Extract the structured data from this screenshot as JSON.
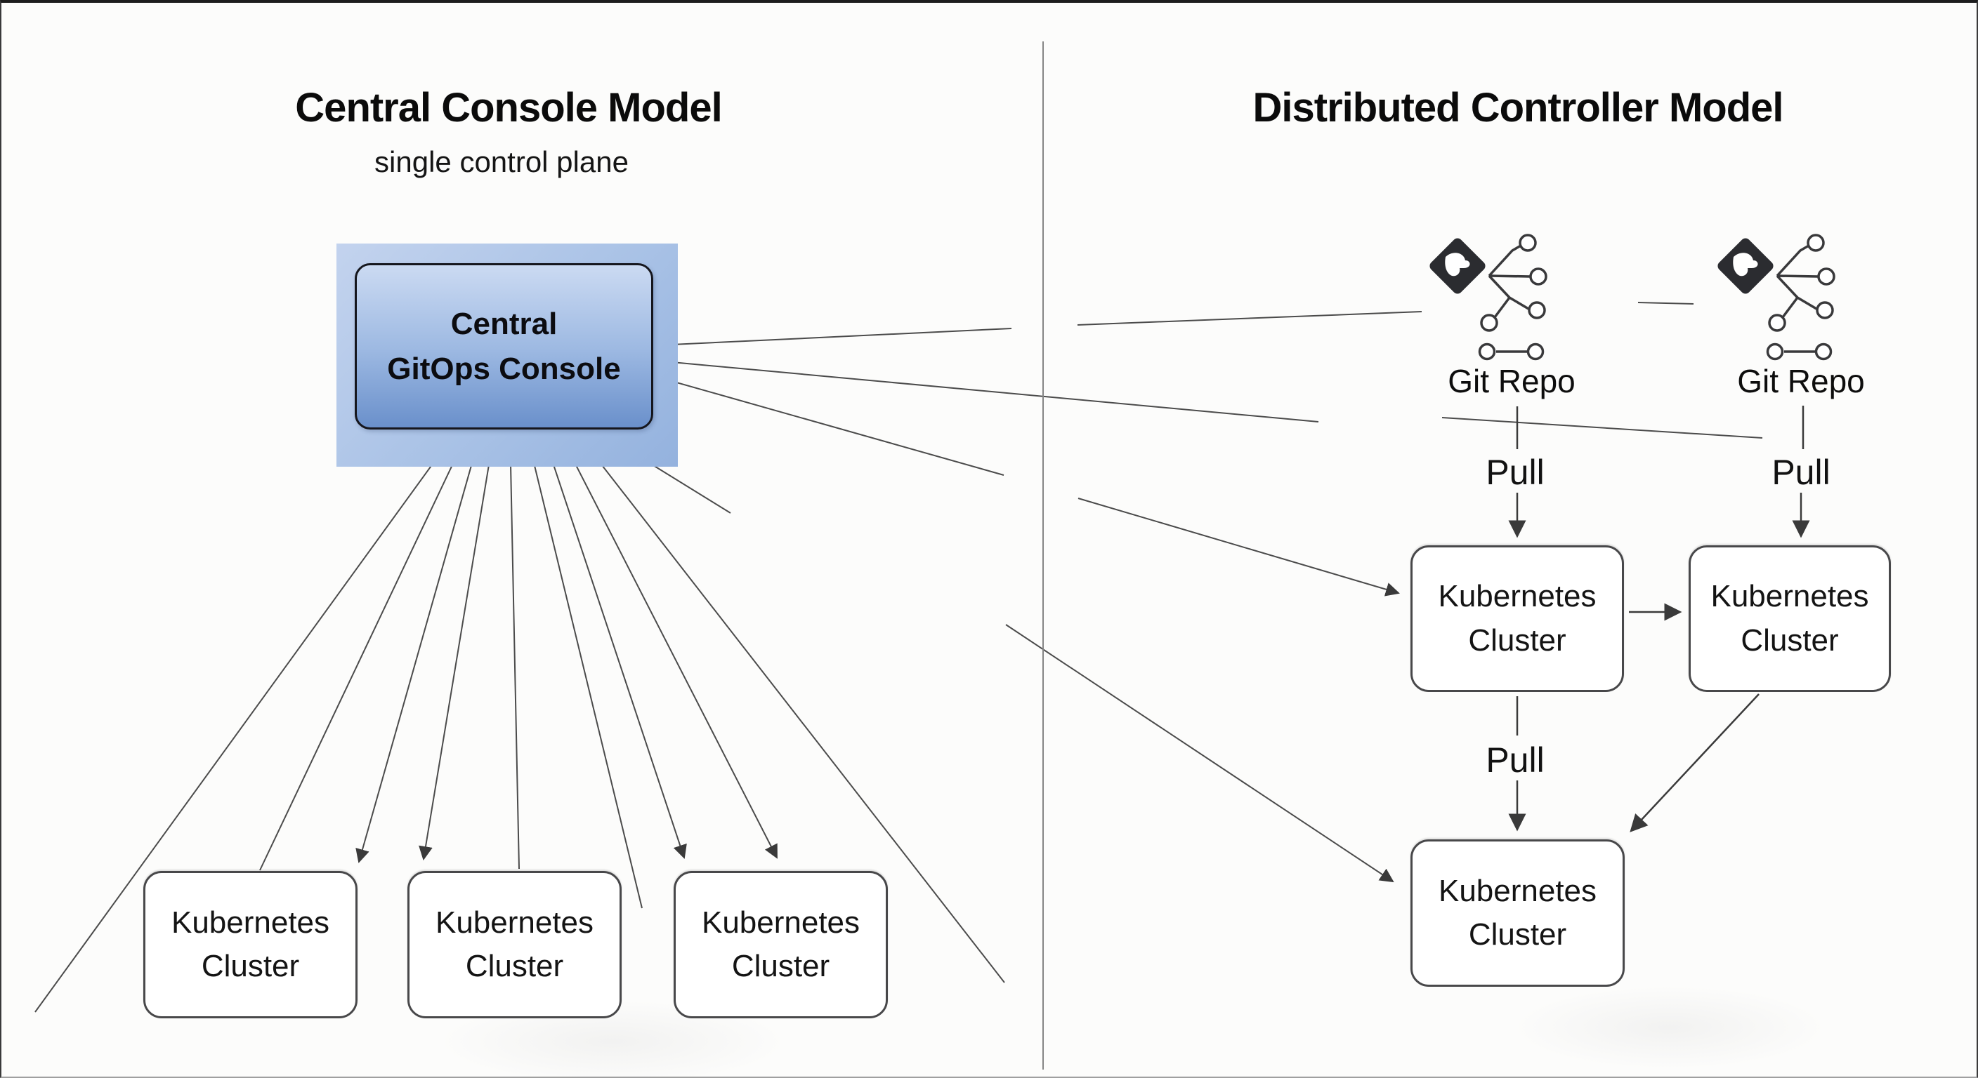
{
  "left_panel": {
    "title": "Central Console Model",
    "subtitle": "single control plane",
    "console": {
      "line1": "Central",
      "line2": "GitOps Console"
    },
    "clusters": [
      {
        "line1": "Kubernetes",
        "line2": "Cluster"
      },
      {
        "line1": "Kubernetes",
        "line2": "Cluster"
      },
      {
        "line1": "Kubernetes",
        "line2": "Cluster"
      }
    ]
  },
  "right_panel": {
    "title": "Distributed Controller Model",
    "repos": [
      {
        "label": "Git Repo"
      },
      {
        "label": "Git Repo"
      }
    ],
    "pulls": [
      {
        "label": "Pull"
      },
      {
        "label": "Pull"
      },
      {
        "label": "Pull"
      }
    ],
    "clusters": [
      {
        "line1": "Kubernetes",
        "line2": "Cluster"
      },
      {
        "line1": "Kubernetes",
        "line2": "Cluster"
      },
      {
        "line1": "Kubernetes",
        "line2": "Cluster"
      }
    ]
  },
  "colors": {
    "console_backdrop": "#a9c2e6",
    "console_fill_top": "#cbdaf2",
    "console_fill_bottom": "#6a90cb",
    "console_border": "#15161d",
    "cluster_border": "#48484a",
    "line": "#4b4b4b",
    "arrow": "#3a3a3a",
    "divider": "#858585",
    "git_icon": "#2b2c30"
  }
}
